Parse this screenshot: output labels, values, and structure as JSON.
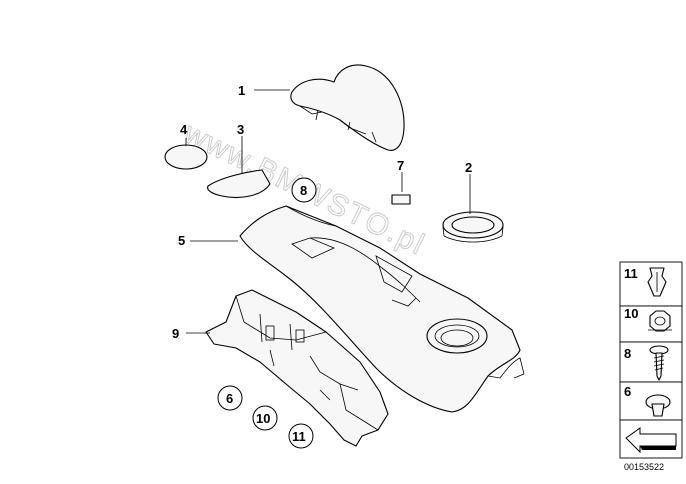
{
  "watermark": "www.BMWSTO.pl",
  "callouts": {
    "p1": "1",
    "p2": "2",
    "p3": "3",
    "p4": "4",
    "p5": "5",
    "p6": "6",
    "p7": "7",
    "p8": "8",
    "p9": "9",
    "p10": "10",
    "p11": "11"
  },
  "legend": {
    "items": [
      "11",
      "10",
      "8",
      "6"
    ]
  },
  "doc_number": "00153522"
}
